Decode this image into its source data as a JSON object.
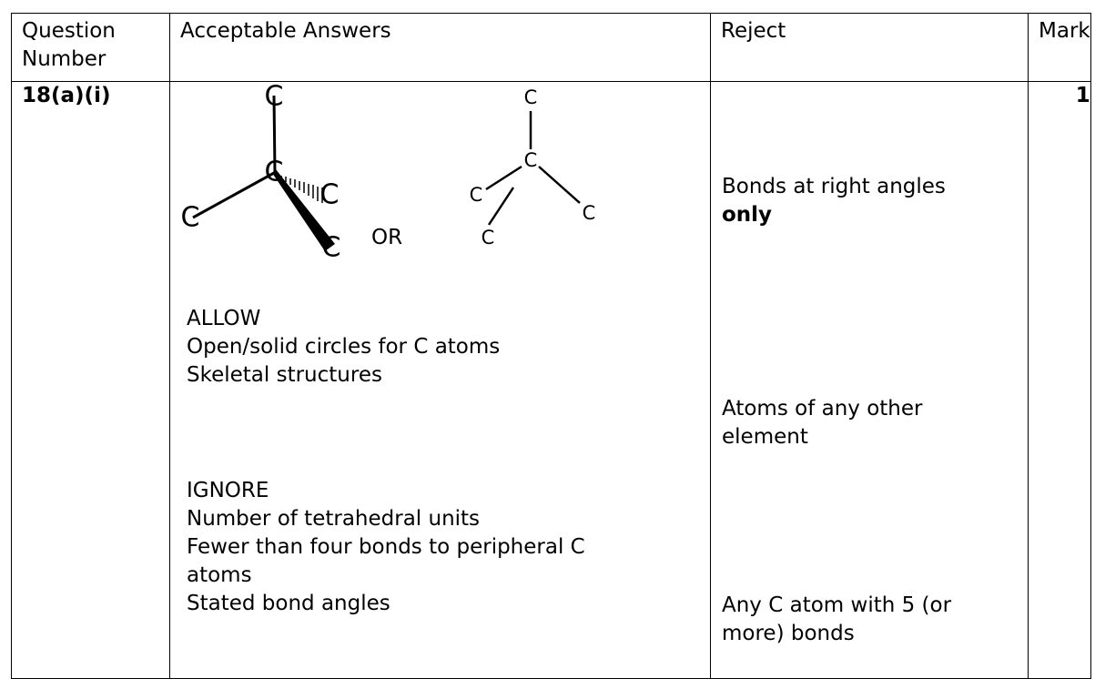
{
  "table": {
    "headers": {
      "question": [
        "Question",
        "Number"
      ],
      "answers": "Acceptable Answers",
      "reject": "Reject",
      "mark": "Mark"
    },
    "row": {
      "question_number": "18(a)(i)",
      "mark": "1",
      "diagram": {
        "left_atom": "C",
        "or_text": "OR",
        "right_atom": "C"
      },
      "allow": {
        "heading": "ALLOW",
        "items": [
          "Open/solid circles for C atoms",
          "Skeletal structures"
        ]
      },
      "ignore": {
        "heading": "IGNORE",
        "items": [
          "Number of tetrahedral units",
          "Fewer than four bonds to peripheral C",
          "atoms",
          "Stated bond angles"
        ]
      },
      "reject": {
        "r1_line1": "Bonds at right angles",
        "r1_line2": "only",
        "r2_line1": "Atoms of any other",
        "r2_line2": "element",
        "r3_line1": "Any C atom with 5 (or",
        "r3_line2": "more) bonds"
      }
    }
  }
}
